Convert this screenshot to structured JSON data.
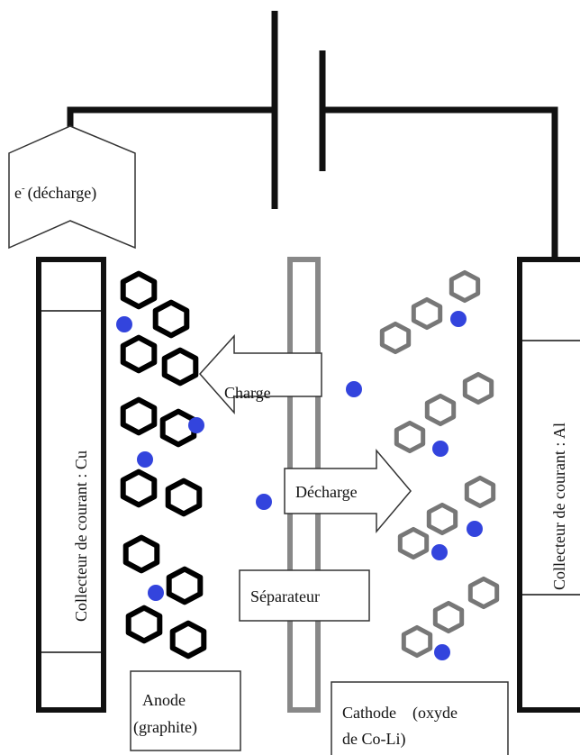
{
  "colors": {
    "line": "#111111",
    "graphite": "#000000",
    "cathode_hex": "#777777",
    "separator": "#888888",
    "lithium_ion": "#3344dd",
    "background": "#ffffff"
  },
  "labels": {
    "electron_superscript": "-",
    "electron_base": "e",
    "electron_direction": "(décharge)",
    "charge": "Charge",
    "discharge": "Décharge",
    "separator": "Séparateur",
    "anode_line1": "Anode",
    "anode_line2": "(graphite)",
    "cathode_line1": "Cathode    (oxyde",
    "cathode_line2": "de Co-Li)",
    "collector_left": "Collecteur de courant : Cu",
    "collector_right": "Collecteur de courant : Al"
  },
  "icons": {
    "anode_particle": "hexagon-outline-black",
    "cathode_particle": "hexagon-outline-grey",
    "lithium_ion": "filled-circle",
    "battery_symbol": "dc-source-symbol"
  }
}
